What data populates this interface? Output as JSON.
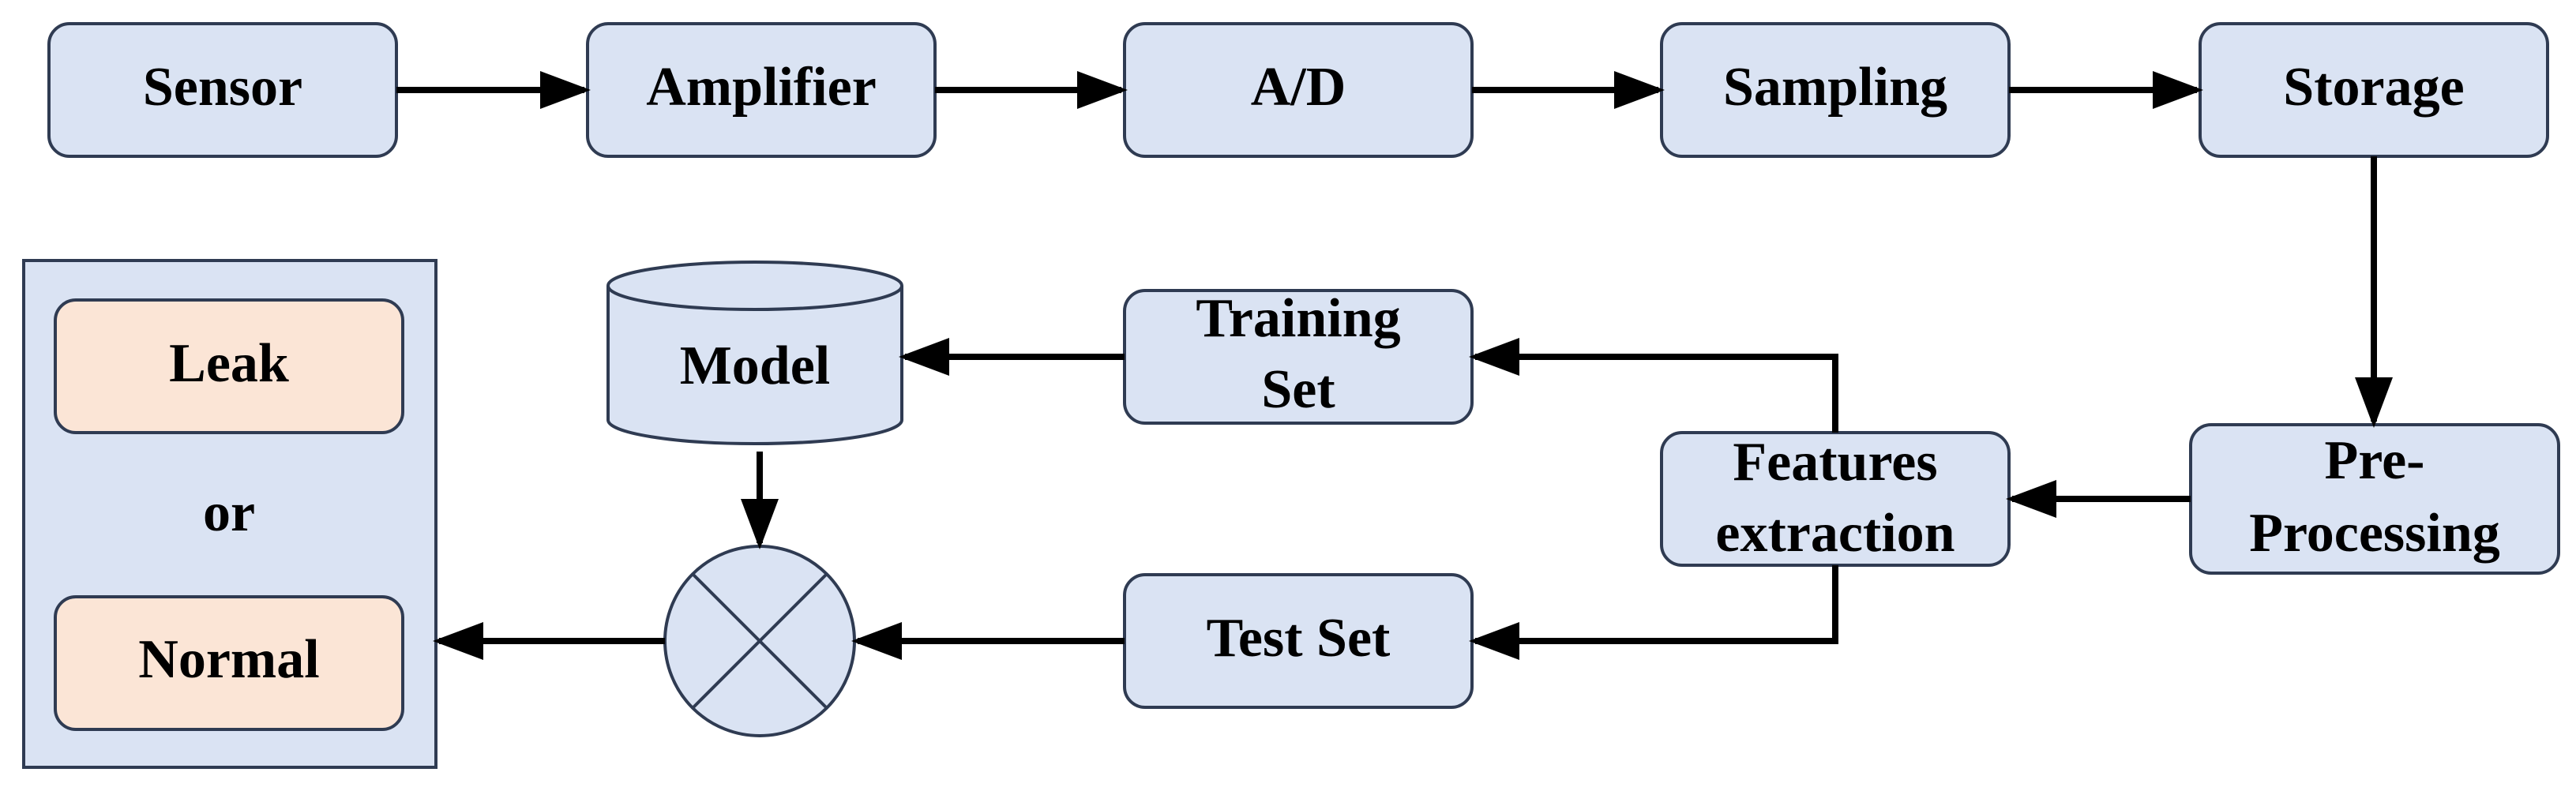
{
  "nodes": {
    "sensor": "Sensor",
    "amplifier": "Amplifier",
    "ad": "A/D",
    "sampling": "Sampling",
    "storage": "Storage",
    "preprocessing": [
      "Pre-",
      "Processing"
    ],
    "features_extraction": [
      "Features",
      "extraction"
    ],
    "training_set": [
      "Training",
      "Set"
    ],
    "test_set": "Test Set",
    "model": "Model"
  },
  "output": {
    "leak": "Leak",
    "or": "or",
    "normal": "Normal"
  },
  "colors": {
    "box_fill": "#dae3f3",
    "output_fill": "#fbe5d6",
    "border": "#2f3b52",
    "arrow": "#000000"
  }
}
